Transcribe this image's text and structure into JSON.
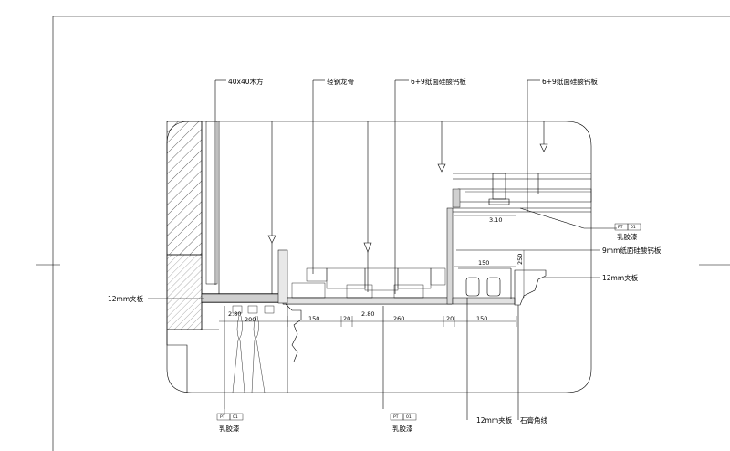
{
  "labels": {
    "top_wood_batten": "40x40木方",
    "top_light_steel_keel": "轻钢龙骨",
    "top_board_1": "6+9纸面硅酸钙板",
    "top_board_2": "6+9纸面硅酸钙板",
    "left_plywood": "12mm夹板",
    "right_board_9mm": "9mm纸面硅酸钙板",
    "right_plywood": "12mm夹板",
    "bottom_plywood": "12mm夹板",
    "bottom_gypsum_line": "石膏角线"
  },
  "paint_tags": [
    {
      "code": "PT",
      "num": "01",
      "name": "乳胶漆"
    },
    {
      "code": "PT",
      "num": "01",
      "name": "乳胶漆"
    },
    {
      "code": "PT",
      "num": "01",
      "name": "乳胶漆"
    }
  ],
  "dimensions": {
    "d_280_left": "2.80",
    "d_200": "200",
    "d_150_a": "150",
    "d_20_a": "20",
    "d_280_mid": "2.80",
    "d_260": "260",
    "d_20_b": "20",
    "d_150_b": "150",
    "d_150_upper": "150",
    "d_250": "250",
    "d_310": "3.10"
  }
}
